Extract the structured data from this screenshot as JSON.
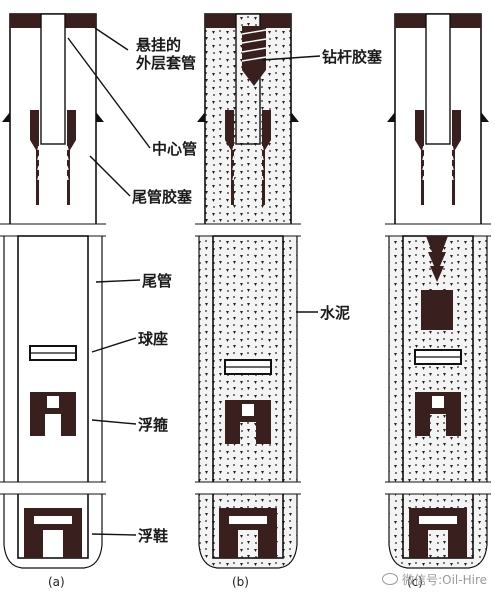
{
  "labels": {
    "hanger_casing": [
      "悬挂的",
      "外层套管"
    ],
    "center_tube": "中心管",
    "liner_plug": "尾管胶塞",
    "liner": "尾管",
    "ball_seat": "球座",
    "float_collar": "浮箍",
    "float_shoe": "浮鞋",
    "drill_pipe_plug": "钻杆胶塞",
    "cement": "水泥"
  },
  "stages": [
    "(a)",
    "(b)",
    "(c)"
  ],
  "watermark": "微信号:Oil-Hire",
  "colors": {
    "steel": "#3a1f1f",
    "line": "#111111",
    "cement_fill": "#f4f4f4",
    "cement_dot": "#222222"
  }
}
